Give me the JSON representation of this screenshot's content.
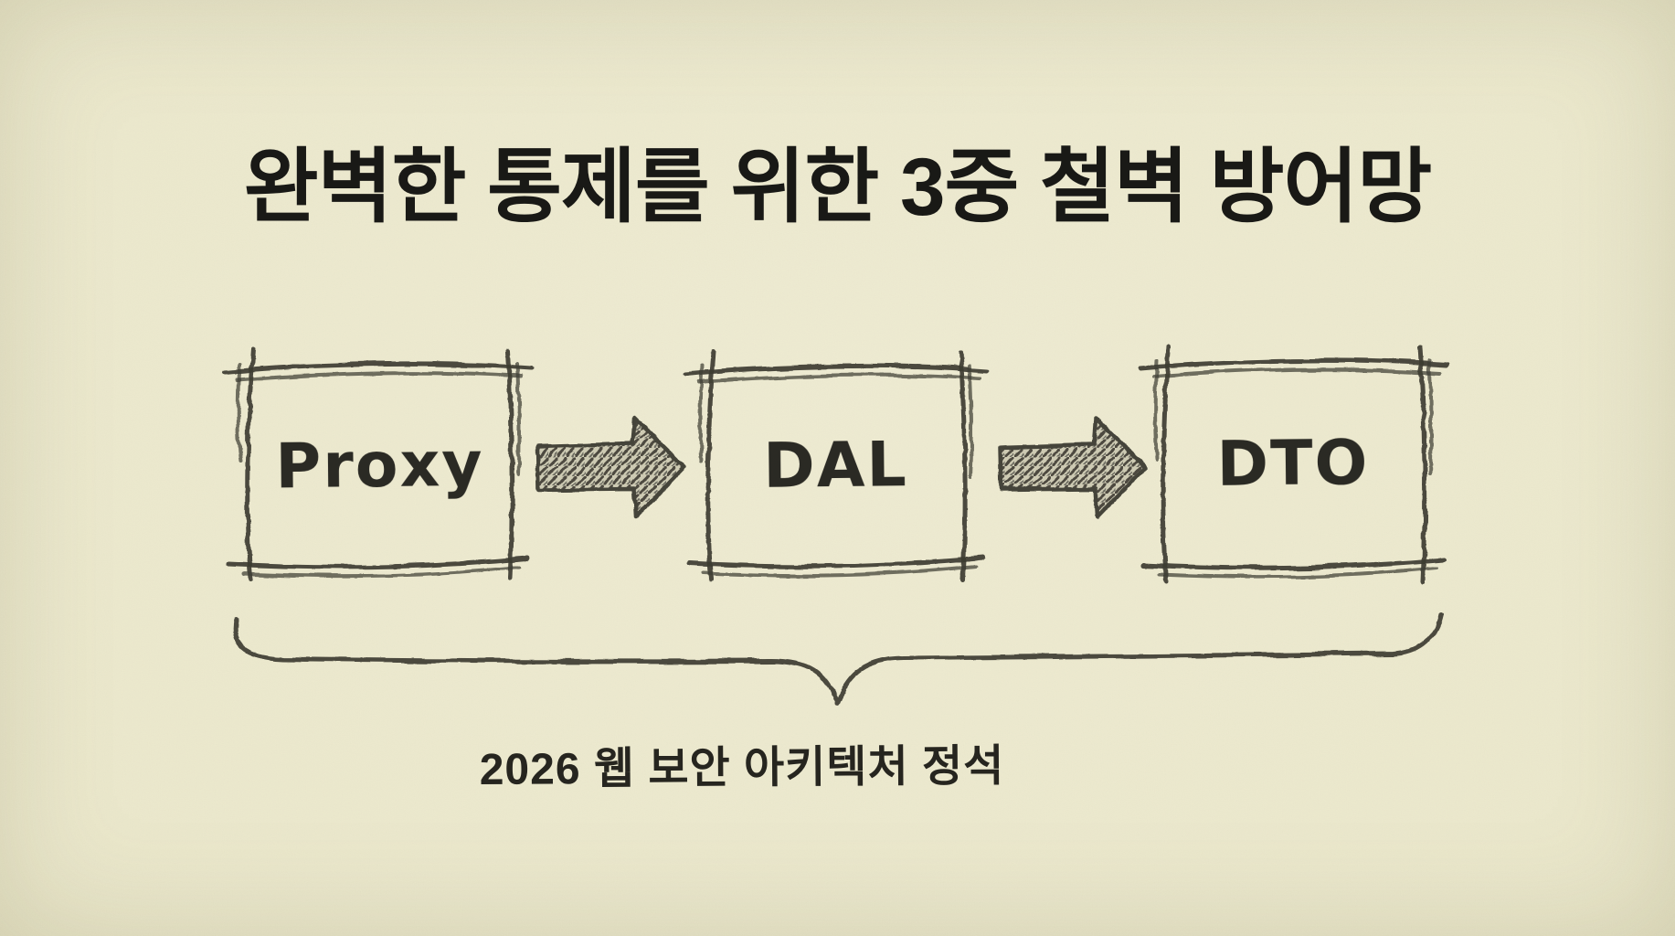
{
  "title": "완벽한 통제를 위한 3중 철벽 방어망",
  "diagram": {
    "boxes": [
      {
        "id": "proxy",
        "label": "Proxy"
      },
      {
        "id": "dal",
        "label": "DAL"
      },
      {
        "id": "dto",
        "label": "DTO"
      }
    ],
    "arrows": [
      {
        "from": "proxy",
        "to": "dal",
        "icon": "arrow-right-icon"
      },
      {
        "from": "dal",
        "to": "dto",
        "icon": "arrow-right-icon"
      }
    ],
    "caption": "2026 웹 보안 아키텍처 정석"
  },
  "colors": {
    "background_center": "#f1eed5",
    "background_edge": "#e6e3c3",
    "ink": "#3e3d34",
    "title_ink": "#191916",
    "caption_ink": "#26251f"
  }
}
